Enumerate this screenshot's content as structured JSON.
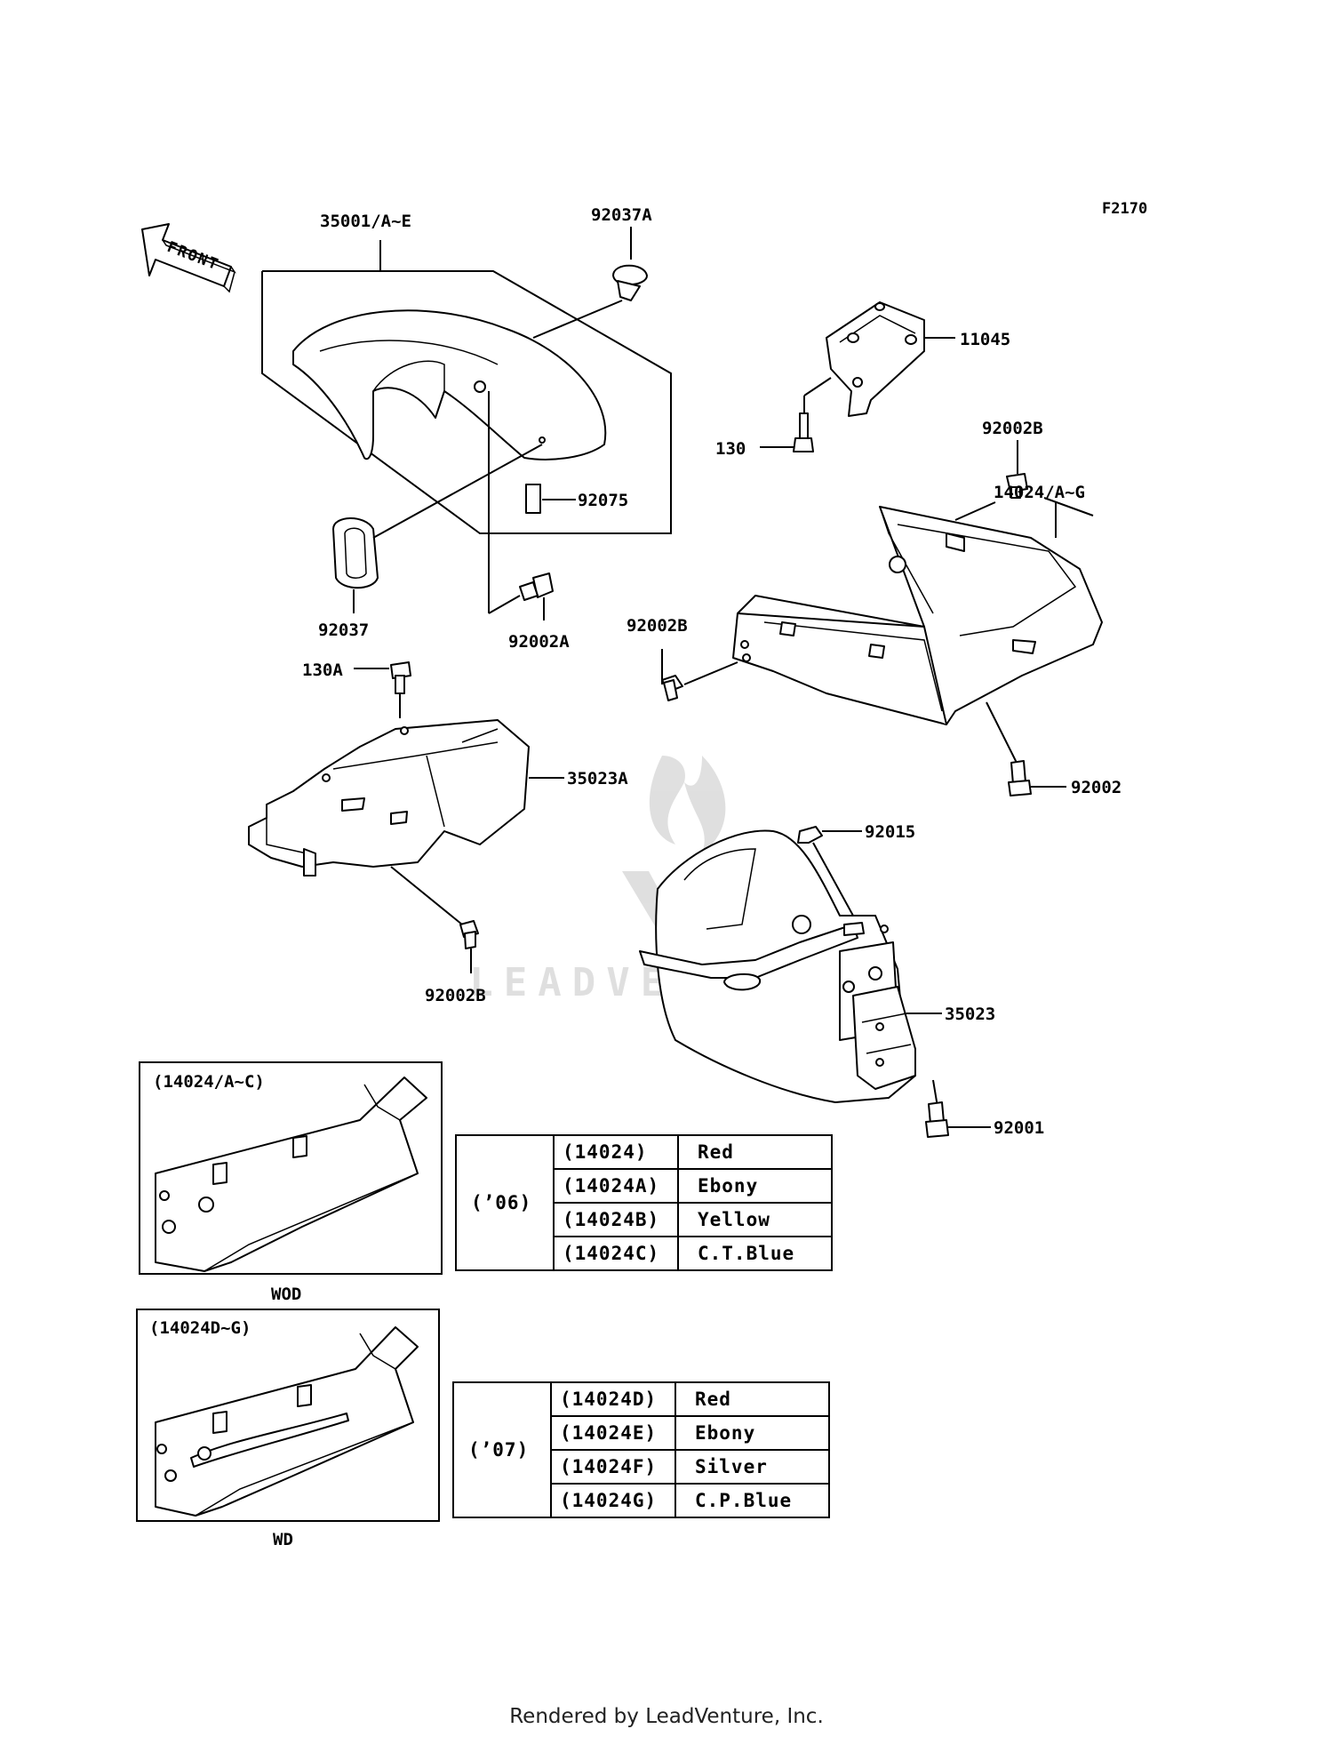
{
  "figure_code": "F2170",
  "front_arrow_label": "FRONT",
  "watermark": "LEADVENTURE",
  "parts": {
    "front_fender": "35001/A~E",
    "clip_a": "92037A",
    "bracket": "11045",
    "bolt_130": "130",
    "bolt_92002b_top": "92002B",
    "seat_cover": "14024/A~G",
    "damper": "92075",
    "grommet": "92037",
    "bolt_92002a": "92002A",
    "bolt_92002b_mid": "92002B",
    "bolt_130a": "130A",
    "inner_fender": "35023A",
    "bolt_92002": "92002",
    "nut_92015": "92015",
    "bolt_92002b_low": "92002B",
    "rear_fender": "35023",
    "bolt_92001": "92001"
  },
  "inset_wod": {
    "title": "(14024/A~C)",
    "caption": "WOD"
  },
  "inset_wd": {
    "title": "(14024D~G)",
    "caption": "WD"
  },
  "table_06": {
    "year": "(’06)",
    "rows": [
      {
        "part": "(14024)",
        "color": "Red"
      },
      {
        "part": "(14024A)",
        "color": "Ebony"
      },
      {
        "part": "(14024B)",
        "color": "Yellow"
      },
      {
        "part": "(14024C)",
        "color": "C.T.Blue"
      }
    ]
  },
  "table_07": {
    "year": "(’07)",
    "rows": [
      {
        "part": "(14024D)",
        "color": "Red"
      },
      {
        "part": "(14024E)",
        "color": "Ebony"
      },
      {
        "part": "(14024F)",
        "color": "Silver"
      },
      {
        "part": "(14024G)",
        "color": "C.P.Blue"
      }
    ]
  },
  "footer": "Rendered by LeadVenture, Inc."
}
